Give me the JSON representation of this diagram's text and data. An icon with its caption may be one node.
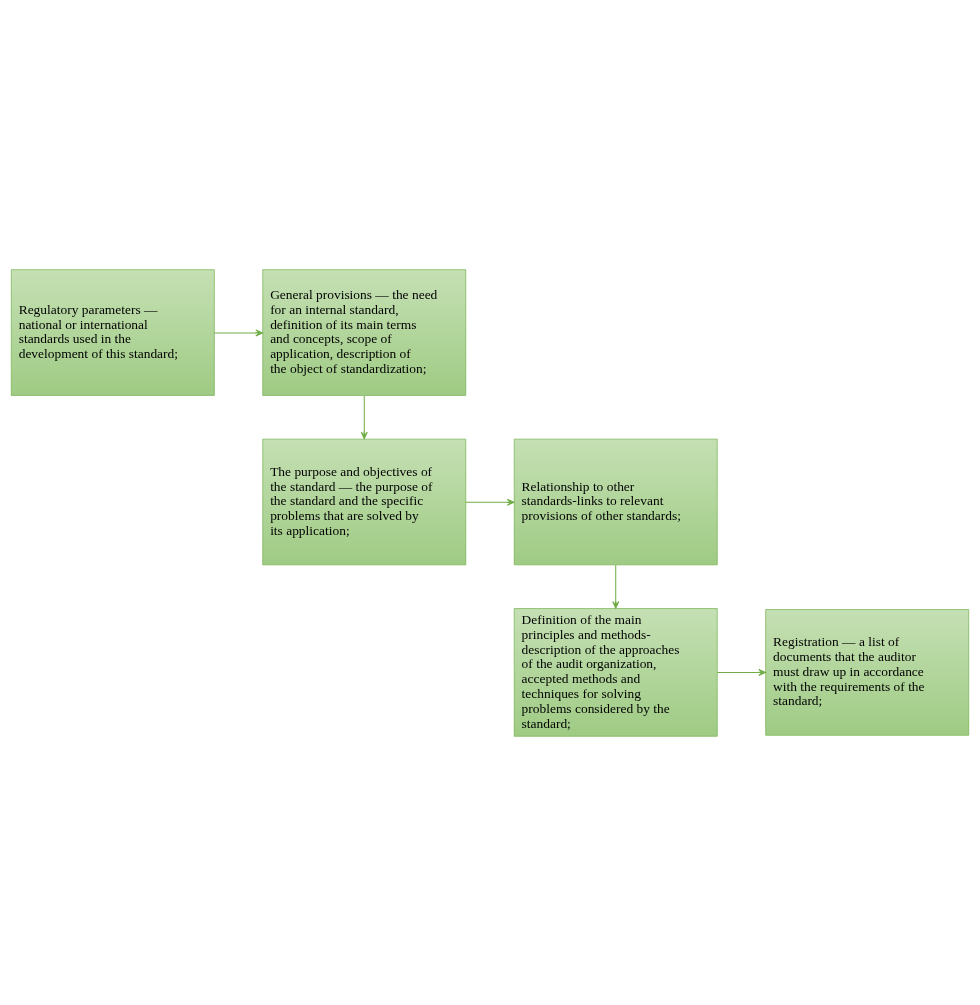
{
  "diagram": {
    "nodes": [
      {
        "text": [
          "Regulatory parameters — national or international standards used in the development of this standard;"
        ]
      },
      {
        "text": [
          "General provisions — the need for an internal standard, definition of its main terms and concepts, scope of application, description of the object of standardization;"
        ]
      },
      {
        "text": [
          "The purpose and objectives of the standard — the purpose of the standard and the specific problems that are solved by its application;"
        ]
      },
      {
        "text": [
          "Relationship to other standards-links to relevant provisions of other standards;"
        ]
      },
      {
        "text": [
          "Definition of the main principles and methods-description of the approaches of the audit organization, accepted methods and techniques for solving problems considered by the standard;"
        ]
      },
      {
        "text": [
          "Registration — a list of documents that the auditor must draw up in accordance with the requirements of the standard;"
        ]
      }
    ],
    "edges": [
      {
        "from": 0,
        "to": 1,
        "arrow": "to"
      },
      {
        "from": 1,
        "to": 2,
        "arrow": "to"
      },
      {
        "from": 2,
        "to": 3,
        "arrow": "to"
      },
      {
        "from": 3,
        "to": 4,
        "arrow": "to"
      },
      {
        "from": 4,
        "to": 5,
        "arrow": "to"
      }
    ]
  }
}
